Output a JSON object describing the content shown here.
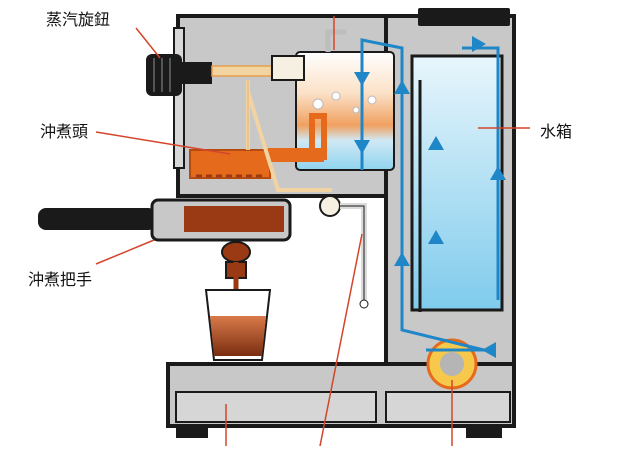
{
  "labels": {
    "steam_knob": "蒸汽旋鈕",
    "brew_head": "沖煮頭",
    "water_tank": "水箱",
    "portafilter": "沖煮把手"
  },
  "colors": {
    "body_gray": "#c8c8c8",
    "outline": "#1a1a1a",
    "water_blue": "#8fd3ee",
    "flow_blue": "#1f86c8",
    "hot_orange": "#e56a1c",
    "coffee_brown": "#9a3a14",
    "callout_red": "#d4452a",
    "pipe_tan": "#f2d4a2"
  }
}
